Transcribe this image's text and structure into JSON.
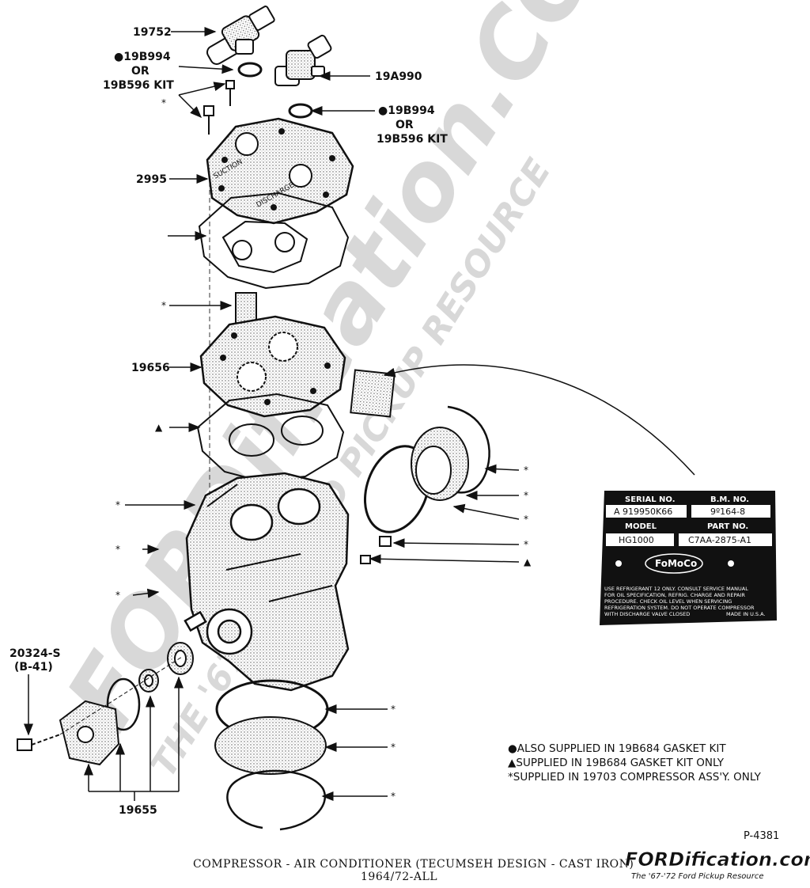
{
  "watermark": {
    "big": "FORDification.COM",
    "sub": "THE '67-'72 FORD PICKUP RESOURCE"
  },
  "parts": {
    "p19752": "19752",
    "p19b994_top_a": "●19B994",
    "or_a": "OR",
    "kit_a": "19B596 KIT",
    "p19a990": "19A990",
    "p19b994_top_b": "●19B994",
    "or_b": "OR",
    "kit_b": "19B596 KIT",
    "p2995": "2995",
    "p19656": "19656",
    "p20324s": "20324-S",
    "pb41": "(B-41)",
    "p19655": "19655",
    "asterisk": "*",
    "triangle": "▲",
    "head_suction": "SUCTION",
    "head_discharge": "DISCHARGE"
  },
  "plate": {
    "serial_h": "SERIAL NO.",
    "bm_h": "B.M. NO.",
    "serial_v": "A 919950K66",
    "bm_v": "9º164-8",
    "model_h": "MODEL",
    "part_h": "PART NO.",
    "model_v": "HG1000",
    "part_v": "C7AA-2875-A1",
    "logo": "FoMoCo",
    "notice1": "USE REFRIGERANT 12 ONLY. CONSULT SERVICE MANUAL",
    "notice2": "FOR OIL SPECIFICATION, REFRIG. CHARGE AND REPAIR",
    "notice3": "PROCEDURE. CHECK OIL LEVEL WHEN SERVICING",
    "notice4": "REFRIGERATION SYSTEM. DO NOT OPERATE COMPRESSOR",
    "notice5": "WITH DISCHARGE VALVE CLOSED",
    "made": "MADE IN U.S.A."
  },
  "legend": {
    "l1": "●ALSO SUPPLIED IN 19B684 GASKET KIT",
    "l2": "▲SUPPLIED IN 19B684 GASKET KIT ONLY",
    "l3": "*SUPPLIED IN 19703 COMPRESSOR ASS'Y. ONLY"
  },
  "figure_id": "P-4381",
  "caption": {
    "line1": "COMPRESSOR - AIR CONDITIONER (TECUMSEH DESIGN - CAST IRON)",
    "line2": "1964/72-ALL"
  },
  "brand": {
    "name": "FORDification.com",
    "tagline": "The '67-'72 Ford Pickup Resource"
  }
}
